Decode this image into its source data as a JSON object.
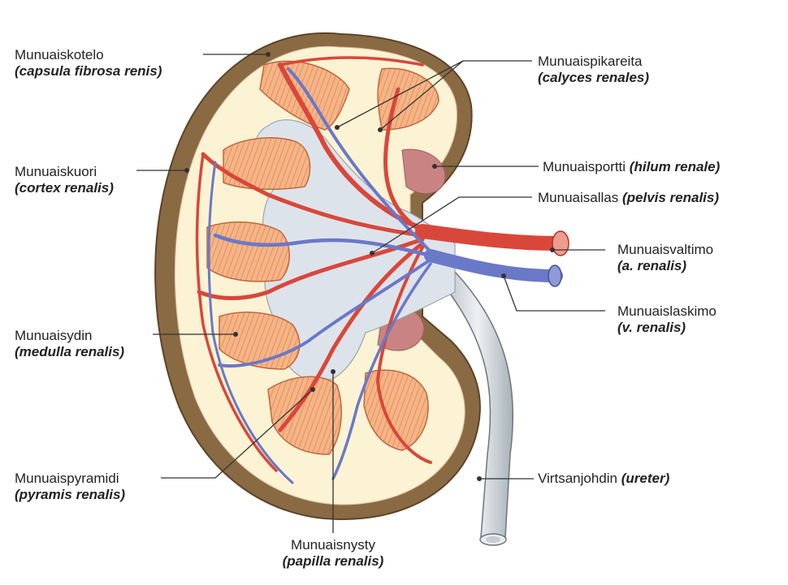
{
  "labels": {
    "capsule": {
      "name": "Munuaiskotelo",
      "latin": "(capsula fibrosa renis)"
    },
    "cortex": {
      "name": "Munuaiskuori",
      "latin": "(cortex renalis)"
    },
    "medulla": {
      "name": "Munuaisydin",
      "latin": "(medulla renalis)"
    },
    "pyramid": {
      "name": "Munuaispyramidi",
      "latin": "(pyramis renalis)"
    },
    "papilla": {
      "name": "Munuaisnysty",
      "latin": "(papilla renalis)"
    },
    "calyces": {
      "name": "Munuaispikareita",
      "latin": "(calyces renales)"
    },
    "hilum": {
      "name": "Munuaisportti",
      "latin": "(hilum renale)"
    },
    "pelvis": {
      "name": "Munuaisallas",
      "latin": "(pelvis renalis)"
    },
    "artery": {
      "name": "Munuaisvaltimo",
      "latin": "(a. renalis)"
    },
    "vein": {
      "name": "Munuaislaskimo",
      "latin": "(v. renalis)"
    },
    "ureter": {
      "name": "Virtsanjohdin",
      "latin": "(ureter)"
    }
  },
  "colors": {
    "capsule": "#8a6a43",
    "cortex": "#fbf3d3",
    "pyramid": "#f0a070",
    "pelvis": "#dde3ea",
    "artery": "#d9473a",
    "vein": "#6a78c8",
    "hilum_fat": "#c98383",
    "leader": "#333333"
  }
}
